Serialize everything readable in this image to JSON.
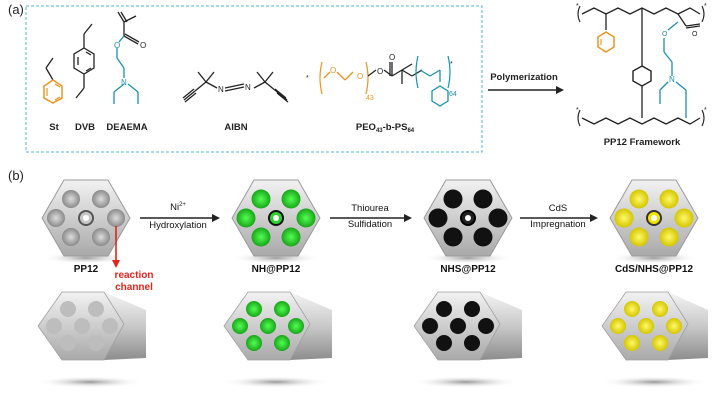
{
  "panel_a": {
    "label": "(a)",
    "monomers": [
      {
        "name": "St"
      },
      {
        "name": "DVB"
      },
      {
        "name": "DEAEMA"
      },
      {
        "name": "AIBN"
      }
    ],
    "block_copolymer": {
      "base": "PEO",
      "sub1": "43",
      "mid": "-b-PS",
      "sub2": "64",
      "repeat_peo": "43",
      "repeat_ps": "64"
    },
    "arrow_label": "Polymerization",
    "product_label": "PP12 Framework"
  },
  "panel_b": {
    "label": "(b)",
    "stages": [
      {
        "name": "PP12"
      },
      {
        "name": "NH@PP12"
      },
      {
        "name": "NHS@PP12"
      },
      {
        "name": "CdS/NHS@PP12"
      }
    ],
    "steps": [
      {
        "top_base": "Ni",
        "top_sup": "2+",
        "bottom": "Hydroxylation"
      },
      {
        "top": "Thiourea",
        "bottom": "Sulfidation"
      },
      {
        "top": "CdS",
        "bottom": "Impregnation"
      }
    ],
    "channel_label_1": "reaction",
    "channel_label_2": "channel"
  },
  "colors": {
    "orange": "#e8951f",
    "teal": "#1d8fb0",
    "dashed_box": "#4fb6d6",
    "green": "#2fd12f",
    "black_channel": "#111111",
    "yellow": "#f2e400",
    "red_arrow": "#e0241b"
  }
}
